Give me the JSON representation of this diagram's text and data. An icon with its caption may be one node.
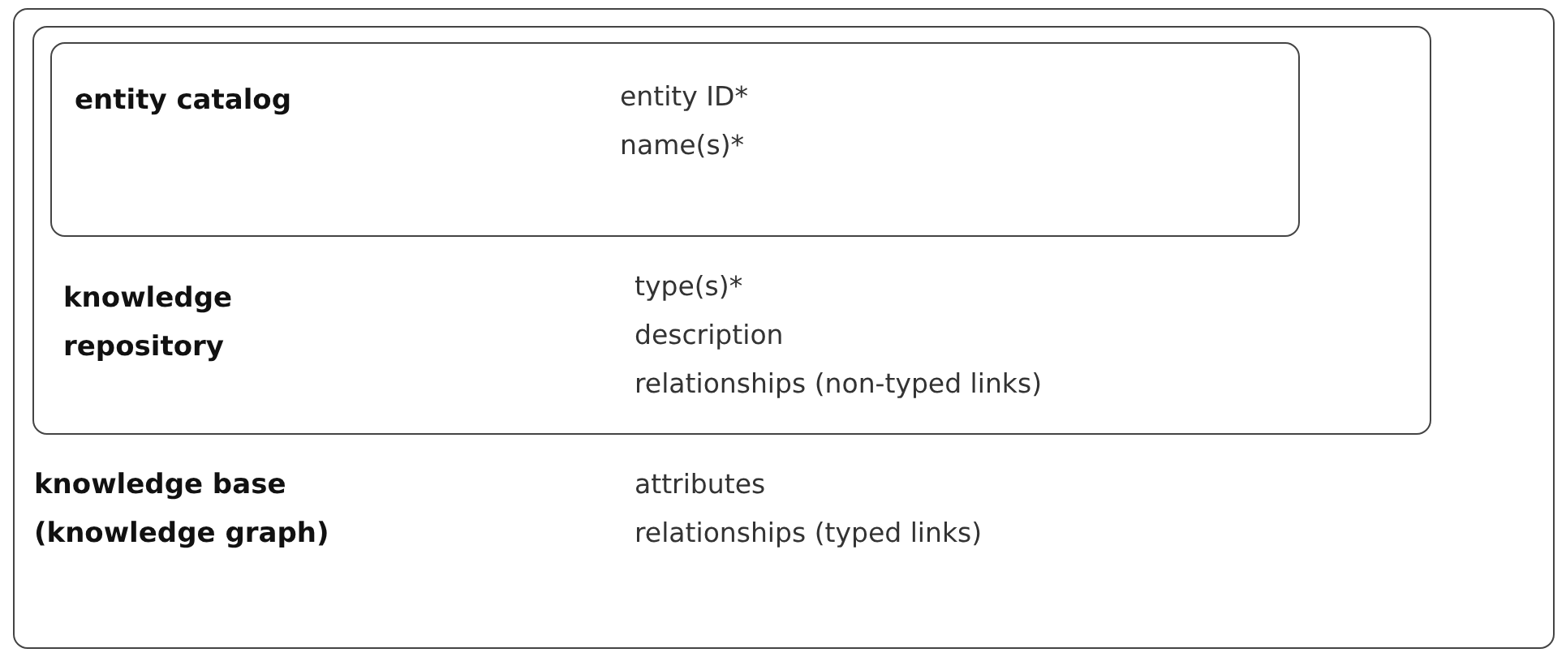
{
  "diagram": {
    "nodes": [
      {
        "text": [
          "knowledge base (knowledge graph)",
          "attributes",
          "relationships (typed links)"
        ]
      },
      {
        "text": [
          "knowledge repository",
          "type(s)*",
          "description",
          "relationships (non-typed links)"
        ],
        "in": 0
      },
      {
        "text": [
          "entity catalog",
          "entity ID*",
          "name(s)*"
        ],
        "in": 1
      }
    ]
  }
}
